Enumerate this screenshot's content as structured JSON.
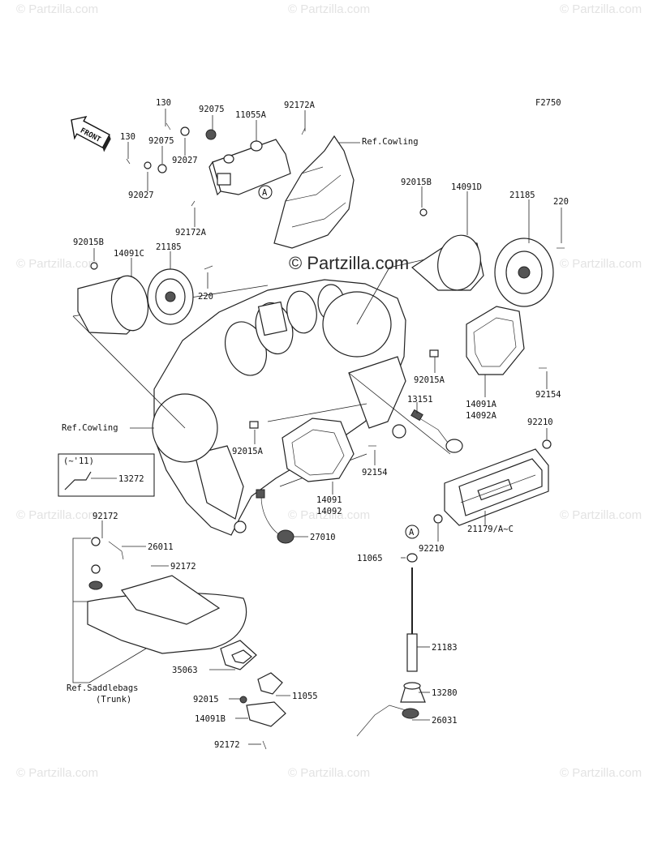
{
  "figure_code": "F2750",
  "front_label": "FRONT",
  "watermark_text": "© Partzilla.com",
  "watermark_center": "© Partzilla.com",
  "labels": {
    "p130a": "130",
    "p92075a": "92075",
    "p11055A": "11055A",
    "p92172Aa": "92172A",
    "refCowlingTop": "Ref.Cowling",
    "p130b": "130",
    "p92075b": "92075",
    "p92027a": "92027",
    "p92027b": "92027",
    "p92172Ab": "92172A",
    "calloutA": "A",
    "p92015Ba": "92015B",
    "p14091D": "14091D",
    "p21185a": "21185",
    "p220a": "220",
    "p92015Bb": "92015B",
    "p14091C": "14091C",
    "p21185b": "21185",
    "p220b": "220",
    "p92015Aa": "92015A",
    "p14091A": "14091A",
    "p14092A": "14092A",
    "p92154a": "92154",
    "p13151": "13151",
    "p92210a": "92210",
    "refCowlingLeft": "Ref.Cowling",
    "p92015Ab": "92015A",
    "p92154b": "92154",
    "boxRange": "(~'11)",
    "p13272": "13272",
    "p14091": "14091",
    "p14092": "14092",
    "p92172a": "92172",
    "p26011": "26011",
    "p27010": "27010",
    "calloutA2": "A",
    "p21179": "21179/A~C",
    "p92210b": "92210",
    "p92172b": "92172",
    "p11065": "11065",
    "p21183": "21183",
    "p35063": "35063",
    "refSaddlebags": "Ref.Saddlebags",
    "trunk": "(Trunk)",
    "p92015": "92015",
    "p11055": "11055",
    "p13280": "13280",
    "p14091B": "14091B",
    "p26031": "26031",
    "p92172c": "92172"
  }
}
